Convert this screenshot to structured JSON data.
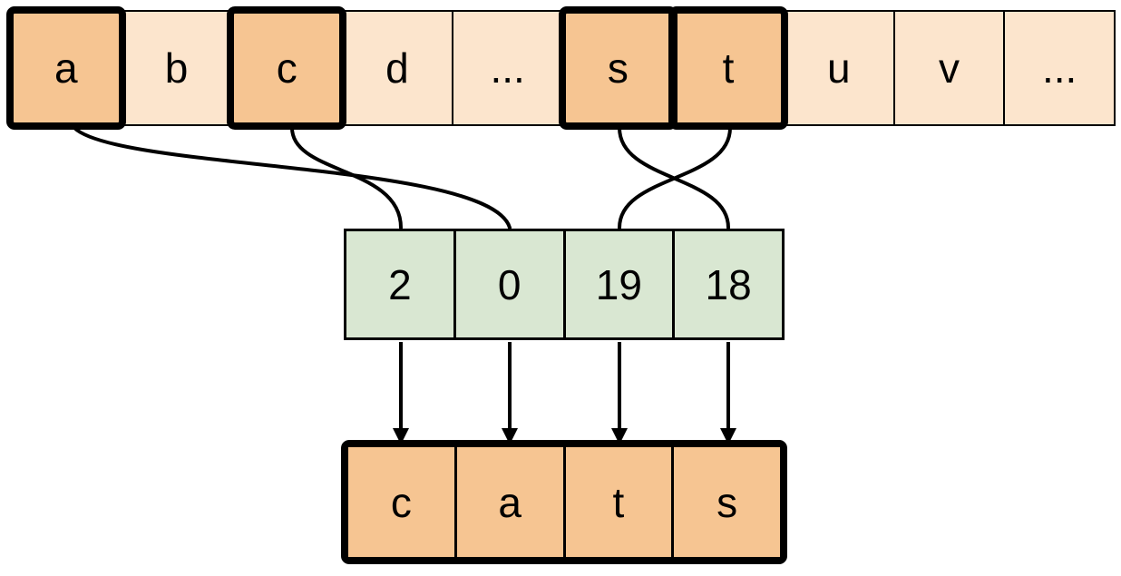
{
  "alphabet_row": {
    "cells": [
      {
        "label": "a",
        "highlighted": true
      },
      {
        "label": "b",
        "highlighted": false
      },
      {
        "label": "c",
        "highlighted": true
      },
      {
        "label": "d",
        "highlighted": false
      },
      {
        "label": "...",
        "highlighted": false
      },
      {
        "label": "s",
        "highlighted": true
      },
      {
        "label": "t",
        "highlighted": true
      },
      {
        "label": "u",
        "highlighted": false
      },
      {
        "label": "v",
        "highlighted": false
      },
      {
        "label": "...",
        "highlighted": false
      }
    ]
  },
  "index_row": {
    "cells": [
      {
        "label": "2"
      },
      {
        "label": "0"
      },
      {
        "label": "19"
      },
      {
        "label": "18"
      }
    ]
  },
  "word_row": {
    "cells": [
      {
        "label": "c"
      },
      {
        "label": "a"
      },
      {
        "label": "t"
      },
      {
        "label": "s"
      }
    ]
  },
  "connections": {
    "letter_to_index_curves": [
      {
        "from_letter": "a",
        "to_index_value": "0"
      },
      {
        "from_letter": "c",
        "to_index_value": "2"
      },
      {
        "from_letter": "s",
        "to_index_value": "18"
      },
      {
        "from_letter": "t",
        "to_index_value": "19"
      }
    ],
    "index_to_word_arrows": [
      {
        "from_index_value": "2",
        "to_letter": "c"
      },
      {
        "from_index_value": "0",
        "to_letter": "a"
      },
      {
        "from_index_value": "19",
        "to_letter": "t"
      },
      {
        "from_index_value": "18",
        "to_letter": "s"
      }
    ]
  },
  "colors": {
    "alphabet_cell_fill": "#fce5cd",
    "highlight_cell_fill": "#f6c592",
    "index_cell_fill": "#d9e7d2",
    "stroke": "#000000",
    "background": "#ffffff"
  }
}
